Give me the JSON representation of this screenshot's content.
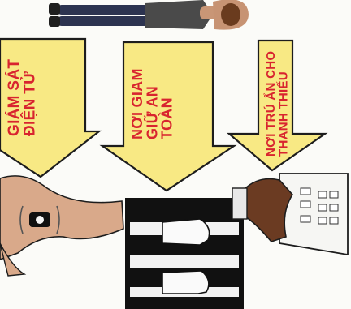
{
  "labels": {
    "electronic_monitoring": "GIÁM SÁT\nĐIỆN TỬ",
    "secure_detention": "NƠI GIAM\nGIỮ AN\nTOÀN",
    "youth_shelter": "NƠI TRÚ ẨN CHO\nTHANH THIẾU"
  },
  "colors": {
    "arrow_fill": "#f8e984",
    "label": "#d8242f",
    "outline": "#1d1d1d",
    "bars": "#1a1a1a",
    "hand": "#6b3b22"
  }
}
